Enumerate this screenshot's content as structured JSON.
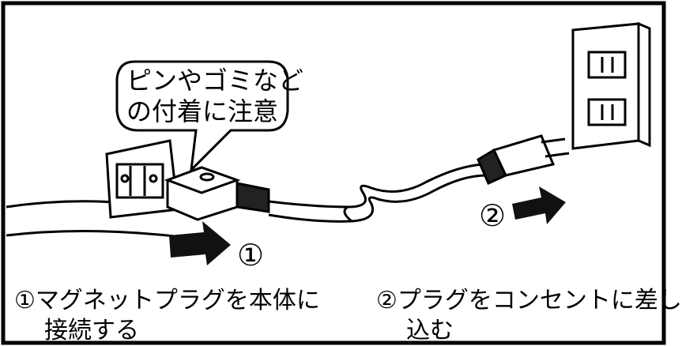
{
  "callout": {
    "line1": "ピンやゴミなど",
    "line2": "の付着に注意"
  },
  "steps": [
    {
      "marker": "①",
      "caption_line1": "①マグネットプラグを本体に",
      "caption_line2": "接続する"
    },
    {
      "marker": "②",
      "caption_line1": "②プラグをコンセントに差し",
      "caption_line2": "込む"
    }
  ],
  "icons": [
    "appliance-socket-icon",
    "magnet-plug-icon",
    "power-cord-icon",
    "wall-outlet-icon",
    "arrow-right-icon"
  ]
}
